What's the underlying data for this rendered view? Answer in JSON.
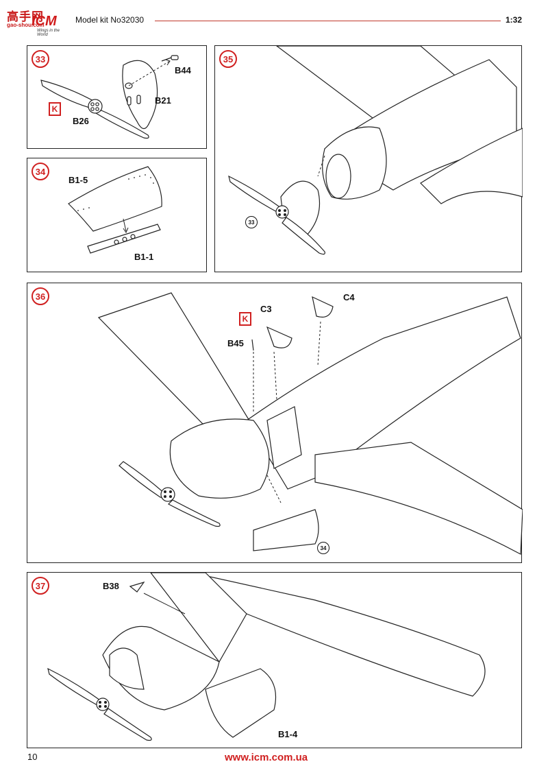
{
  "header": {
    "logo_cn": "高手网",
    "logo_sub": "gao-shou.com",
    "logo_brand": "ICM",
    "logo_tagline": "Wings in the World",
    "kit_title": "Model kit No32030",
    "scale": "1:32"
  },
  "steps": {
    "s33": {
      "number": "33",
      "labels": [
        "B44",
        "B21",
        "B26"
      ],
      "marker": "K"
    },
    "s34": {
      "number": "34",
      "labels": [
        "B1-5",
        "B1-1"
      ]
    },
    "s35": {
      "number": "35",
      "ref": "33"
    },
    "s36": {
      "number": "36",
      "labels": [
        "C3",
        "C4",
        "B45"
      ],
      "marker": "K",
      "ref": "34"
    },
    "s37": {
      "number": "37",
      "labels": [
        "B38",
        "B1-4"
      ]
    }
  },
  "footer": {
    "page_number": "10",
    "url": "www.icm.com.ua"
  },
  "colors": {
    "accent": "#d02020",
    "line": "#222222",
    "rule": "#c0392b"
  }
}
